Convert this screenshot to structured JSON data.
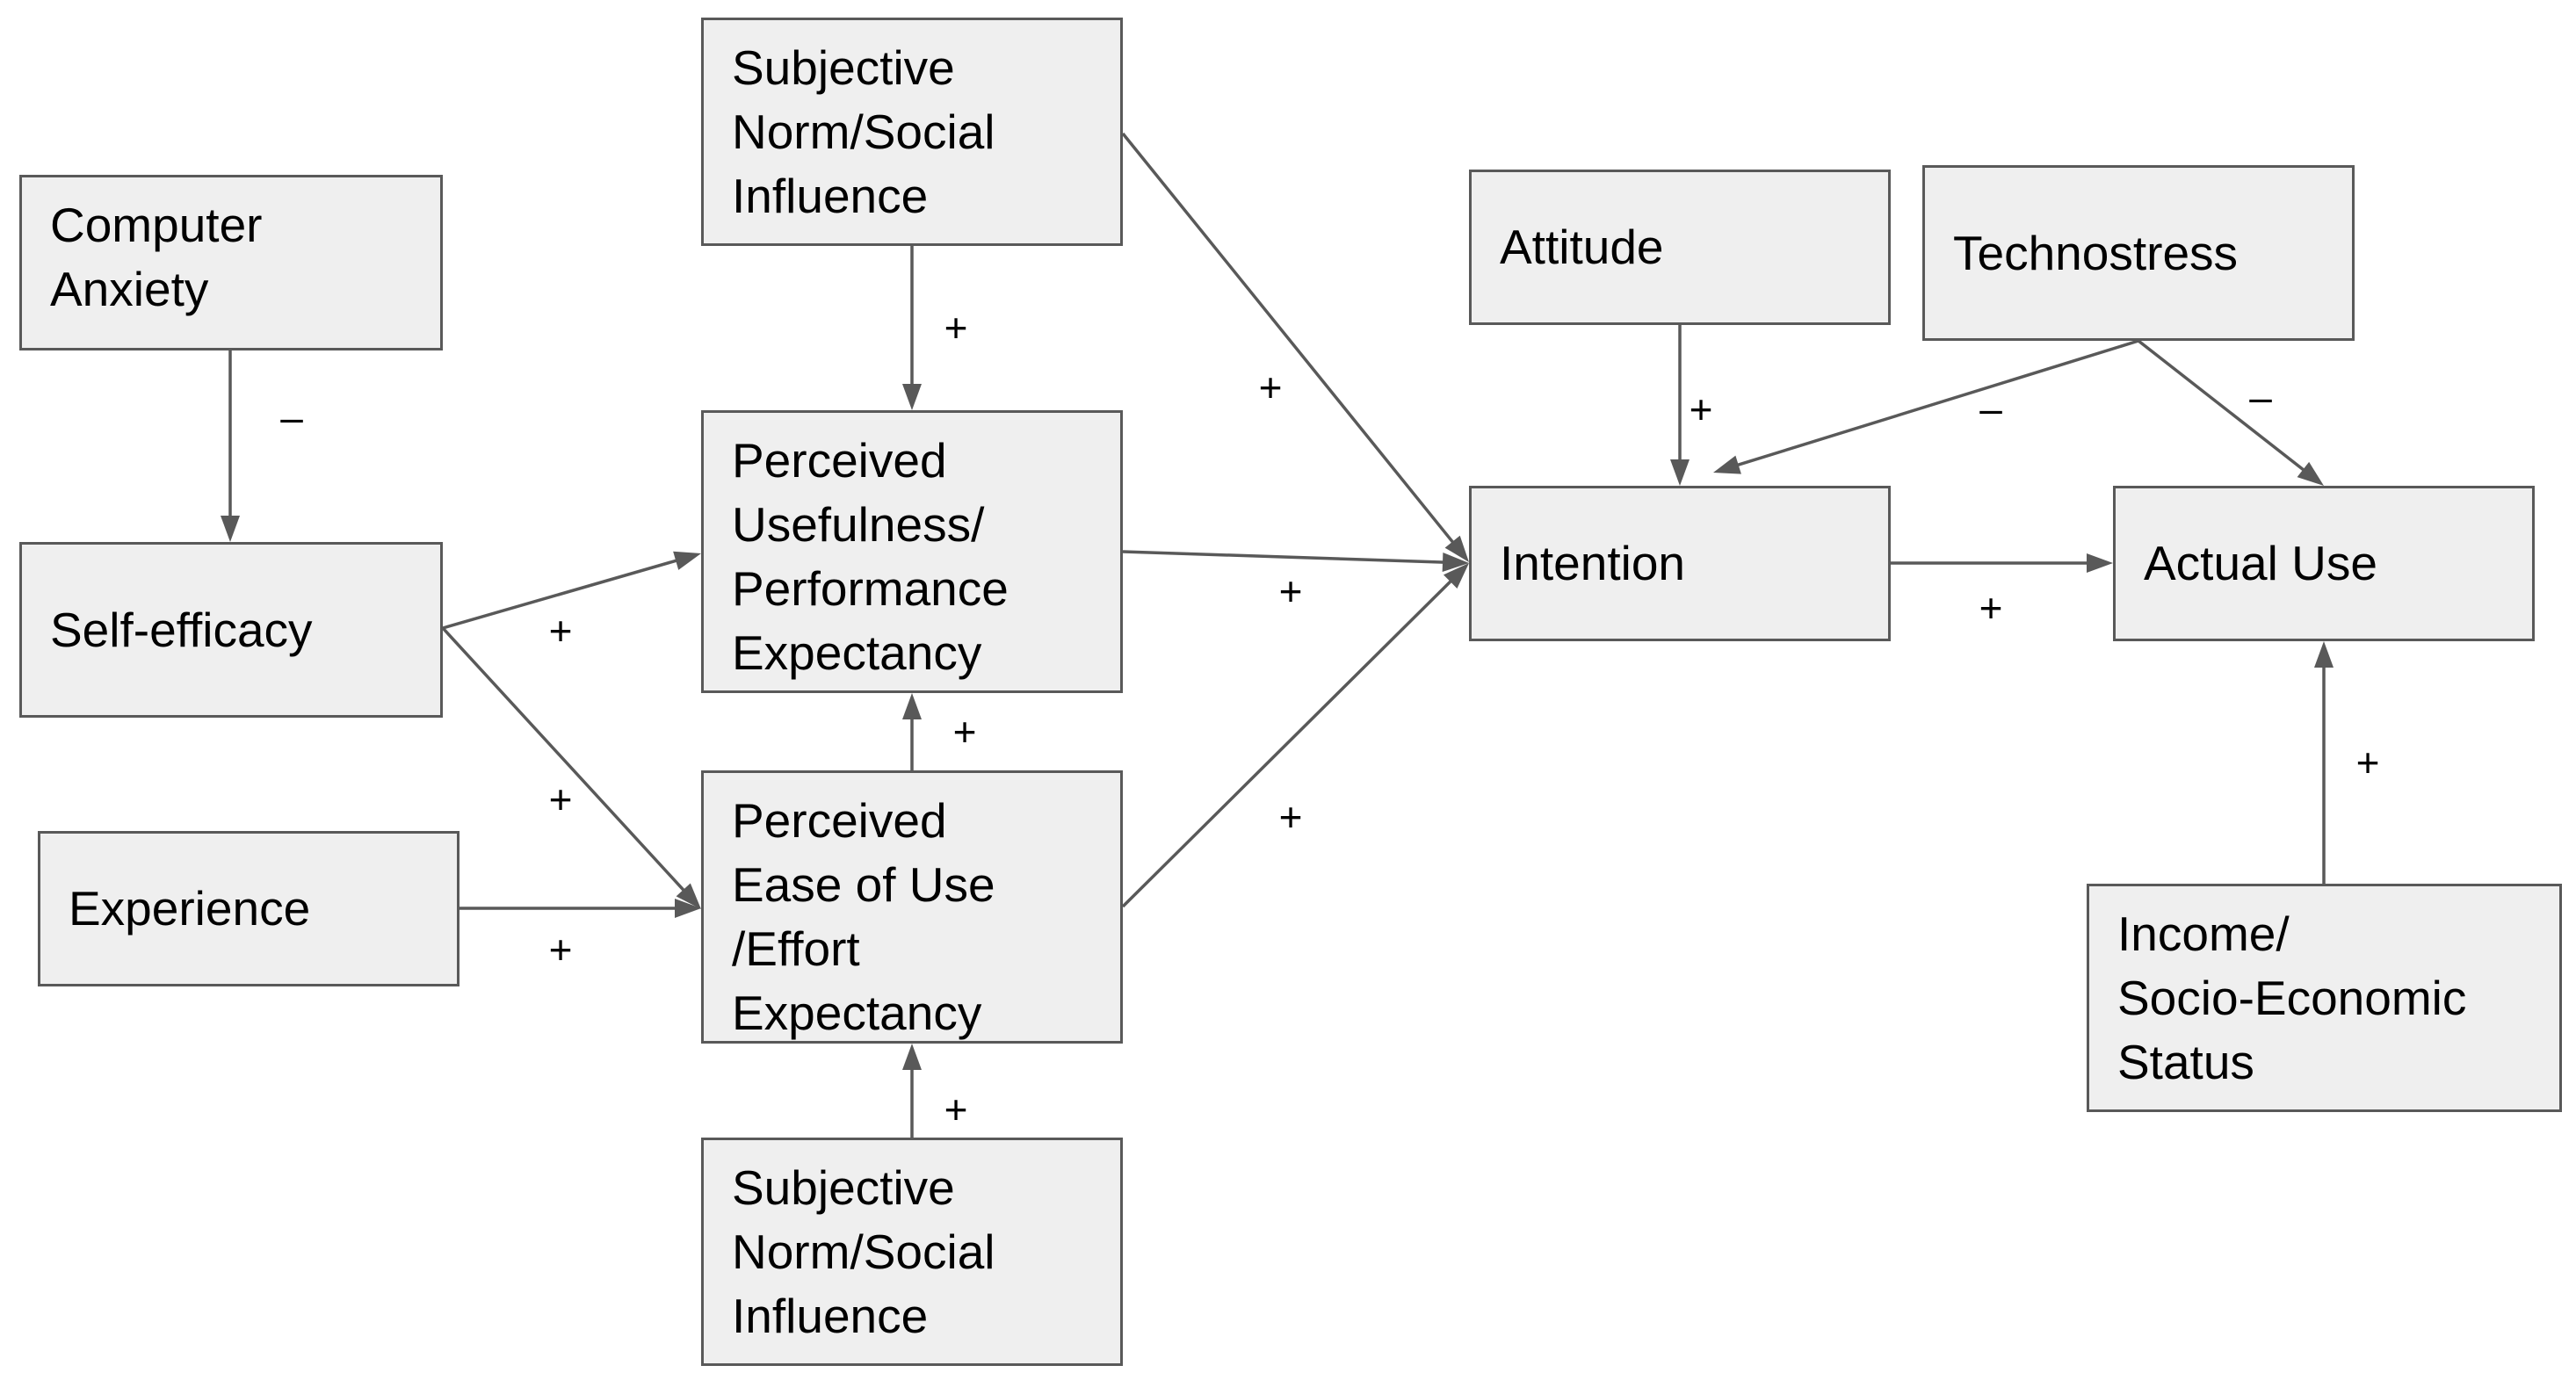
{
  "nodes": {
    "computer_anxiety": "Computer\nAnxiety",
    "self_efficacy": "Self-efficacy",
    "experience": "Experience",
    "subjective_norm_top": "Subjective\nNorm/Social\nInfluence",
    "perceived_usefulness": "Perceived\nUsefulness/\nPerformance\nExpectancy",
    "perceived_ease_of_use": "Perceived\nEase of Use\n/Effort\nExpectancy",
    "subjective_norm_bottom": "Subjective\nNorm/Social\nInfluence",
    "attitude": "Attitude",
    "technostress": "Technostress",
    "intention": "Intention",
    "actual_use": "Actual Use",
    "income": "Income/\nSocio-Economic\nStatus"
  },
  "edges": [
    {
      "from": "computer_anxiety",
      "to": "self_efficacy",
      "sign": "–"
    },
    {
      "from": "self_efficacy",
      "to": "perceived_usefulness",
      "sign": "+"
    },
    {
      "from": "self_efficacy",
      "to": "perceived_ease_of_use",
      "sign": "+"
    },
    {
      "from": "experience",
      "to": "perceived_ease_of_use",
      "sign": "+"
    },
    {
      "from": "subjective_norm_top",
      "to": "perceived_usefulness",
      "sign": "+"
    },
    {
      "from": "subjective_norm_top",
      "to": "intention",
      "sign": "+"
    },
    {
      "from": "perceived_ease_of_use",
      "to": "perceived_usefulness",
      "sign": "+"
    },
    {
      "from": "subjective_norm_bottom",
      "to": "perceived_ease_of_use",
      "sign": "+"
    },
    {
      "from": "perceived_usefulness",
      "to": "intention",
      "sign": "+"
    },
    {
      "from": "perceived_ease_of_use",
      "to": "intention",
      "sign": "+"
    },
    {
      "from": "attitude",
      "to": "intention",
      "sign": "+"
    },
    {
      "from": "technostress",
      "to": "intention",
      "sign": "–"
    },
    {
      "from": "technostress",
      "to": "actual_use",
      "sign": "–"
    },
    {
      "from": "intention",
      "to": "actual_use",
      "sign": "+"
    },
    {
      "from": "income",
      "to": "actual_use",
      "sign": "+"
    }
  ],
  "colors": {
    "box_fill": "#efefef",
    "box_border": "#595959",
    "arrow": "#595959",
    "text": "#000000"
  }
}
